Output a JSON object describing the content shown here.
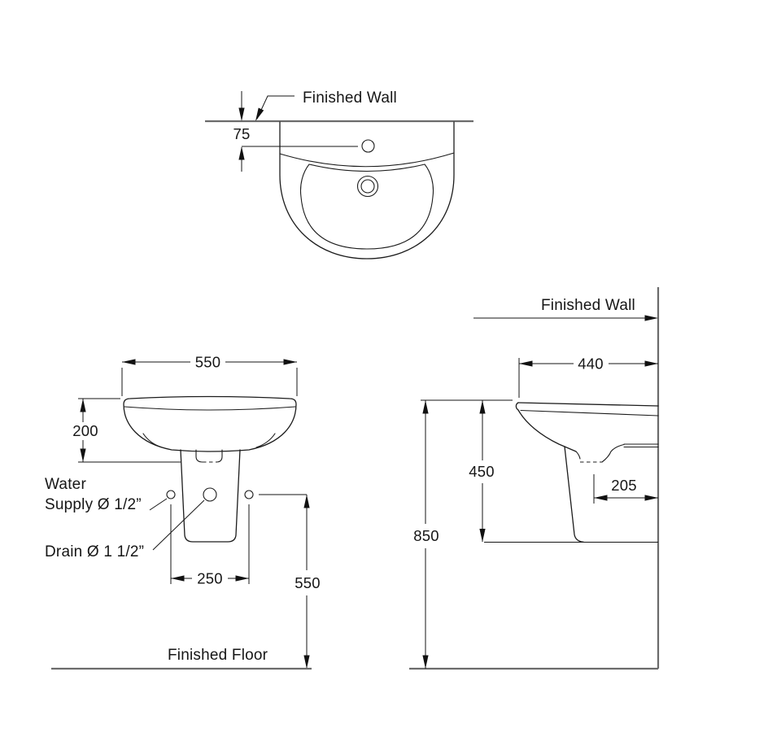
{
  "drawing": {
    "type": "wall-hung-basin-installation-diagram",
    "background": "#ffffff"
  },
  "colors": {
    "object_line": "#1c1c1c",
    "dimension_line": "#161616",
    "wall_floor_line": "#6b6b6b",
    "text": "#161616"
  },
  "top_view": {
    "wall_label": "Finished Wall",
    "dim_wall_to_faucet": "75"
  },
  "front_view": {
    "dim_width": "550",
    "dim_basin_height": "200",
    "dim_supply_spacing": "250",
    "dim_supply_height_above_floor": "550",
    "water_supply_label_line1": "Water",
    "water_supply_label_line2": "Supply Ø 1/2”",
    "drain_label": "Drain Ø 1 1/2”",
    "floor_label": "Finished Floor"
  },
  "side_view": {
    "wall_label": "Finished Wall",
    "dim_depth_from_wall": "440",
    "dim_rim_to_pedestal_bottom": "450",
    "dim_drain_to_wall": "205",
    "dim_rim_height_above_floor": "850"
  }
}
